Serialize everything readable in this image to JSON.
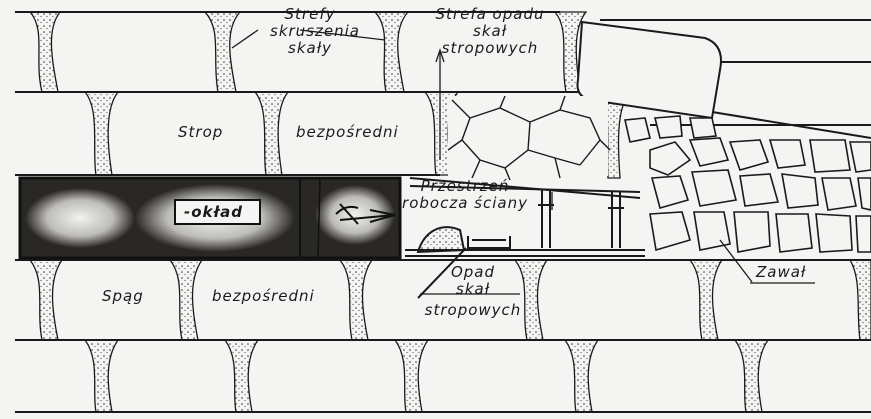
{
  "labels": {
    "strefy": [
      "Strefy",
      "skruszenia",
      "skały"
    ],
    "strefa_opadu": [
      "Strefa opadu",
      "skał",
      "stropowych"
    ],
    "strop": "Strop",
    "strop_bezposredni": "bezpośredni",
    "przestrzen": [
      "Przestrzeń",
      "robocza ściany"
    ],
    "pokład": "-okład",
    "spag": "Spąg",
    "spag_bezposredni": "bezpośredni",
    "opad": [
      "Opad",
      "skał",
      "stropowych"
    ],
    "zawal": "Zawał"
  },
  "colors": {
    "ink": "#1a1a1a",
    "paper": "#f4f4f2",
    "seam": "#2a2824"
  }
}
